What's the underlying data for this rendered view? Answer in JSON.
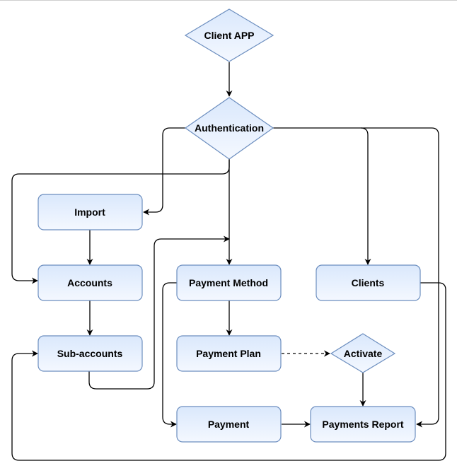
{
  "diagram": {
    "type": "flowchart",
    "colors": {
      "node_fill_top": "#dae8fc",
      "node_fill_bottom": "#f4f8ff",
      "node_stroke": "#6c8ebf",
      "edge": "#000000"
    },
    "nodes": {
      "client_app": {
        "label": "Client APP",
        "shape": "diamond"
      },
      "authentication": {
        "label": "Authentication",
        "shape": "diamond"
      },
      "import": {
        "label": "Import",
        "shape": "rounded-rect"
      },
      "accounts": {
        "label": "Accounts",
        "shape": "rounded-rect"
      },
      "sub_accounts": {
        "label": "Sub-accounts",
        "shape": "rounded-rect"
      },
      "payment_method": {
        "label": "Payment Method",
        "shape": "rounded-rect"
      },
      "clients": {
        "label": "Clients",
        "shape": "rounded-rect"
      },
      "payment_plan": {
        "label": "Payment Plan",
        "shape": "rounded-rect"
      },
      "activate": {
        "label": "Activate",
        "shape": "diamond"
      },
      "payment": {
        "label": "Payment",
        "shape": "rounded-rect"
      },
      "payments_report": {
        "label": "Payments Report",
        "shape": "rounded-rect"
      }
    },
    "edges": [
      {
        "from": "Client APP",
        "to": "Authentication",
        "style": "solid"
      },
      {
        "from": "Authentication",
        "to": "Import",
        "style": "solid"
      },
      {
        "from": "Authentication",
        "to": "Accounts",
        "style": "solid"
      },
      {
        "from": "Authentication",
        "to": "Payment Method",
        "style": "solid"
      },
      {
        "from": "Authentication",
        "to": "Clients",
        "style": "solid"
      },
      {
        "from": "Authentication",
        "to": "Payments Report",
        "style": "solid"
      },
      {
        "from": "Import",
        "to": "Accounts",
        "style": "solid"
      },
      {
        "from": "Accounts",
        "to": "Sub-accounts",
        "style": "solid"
      },
      {
        "from": "Sub-accounts",
        "to": "Payment Method",
        "style": "solid"
      },
      {
        "from": "Payment Method",
        "to": "Payment Plan",
        "style": "solid"
      },
      {
        "from": "Payment Method",
        "to": "Payment",
        "style": "solid"
      },
      {
        "from": "Payment Plan",
        "to": "Activate",
        "style": "dashed"
      },
      {
        "from": "Activate",
        "to": "Payments Report",
        "style": "solid"
      },
      {
        "from": "Payment",
        "to": "Payments Report",
        "style": "solid"
      },
      {
        "from": "Clients",
        "to": "Sub-accounts",
        "style": "solid"
      }
    ]
  }
}
